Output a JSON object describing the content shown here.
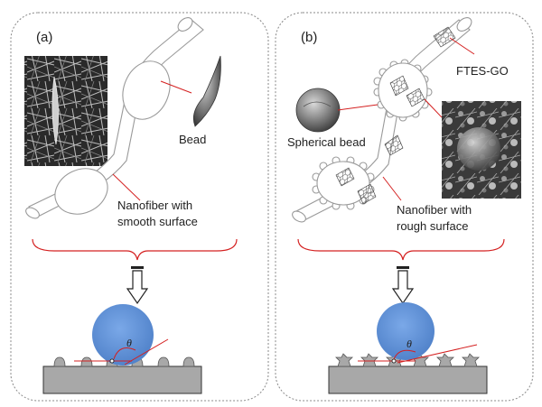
{
  "panels": [
    {
      "label": "(a)",
      "bead_label": "Bead",
      "fiber_label_line1": "Nanofiber with",
      "fiber_label_line2": "smooth surface",
      "angle_symbol": "θ"
    },
    {
      "label": "(b)",
      "bead_label": "Spherical bead",
      "additive_label": "FTES-GO",
      "fiber_label_line1": "Nanofiber with",
      "fiber_label_line2": "rough surface",
      "angle_symbol": "θ"
    }
  ],
  "colors": {
    "droplet": "#5b8fd6",
    "substrate": "#a8a8a8",
    "callout": "#d42020",
    "fiber_outline": "#9a9a9a",
    "sem_dark": "#2a2a2a"
  },
  "icons": [
    "down-arrow-icon",
    "contact-angle-icon"
  ]
}
